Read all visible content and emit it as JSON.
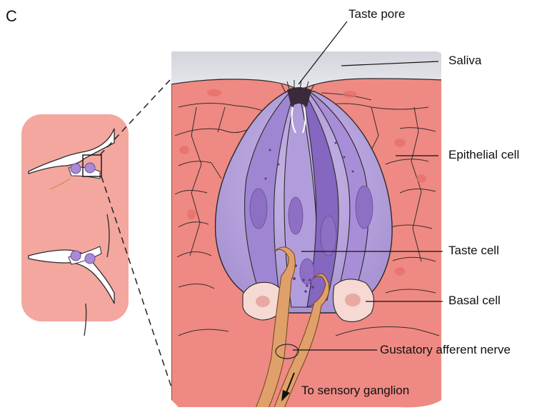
{
  "figure": {
    "panel_letter": "C",
    "labels": {
      "taste_pore": "Taste pore",
      "saliva": "Saliva",
      "epithelial_cell": "Epithelial cell",
      "taste_cell": "Taste cell",
      "basal_cell": "Basal cell",
      "gustatory_afferent_nerve": "Gustatory afferent nerve",
      "to_sensory_ganglion": "To sensory ganglion"
    }
  },
  "colors": {
    "epithelium": "#ee8a83",
    "epithelium_light": "#f3a79f",
    "saliva": "#dfe0e6",
    "taste_bud": "#b9a6dc",
    "taste_cell_dark": "#8a6cc0",
    "nucleus": "#8d6fc3",
    "basal_cell": "#f5d9d2",
    "nerve": "#d9935a",
    "outline": "#2a2a2a"
  }
}
